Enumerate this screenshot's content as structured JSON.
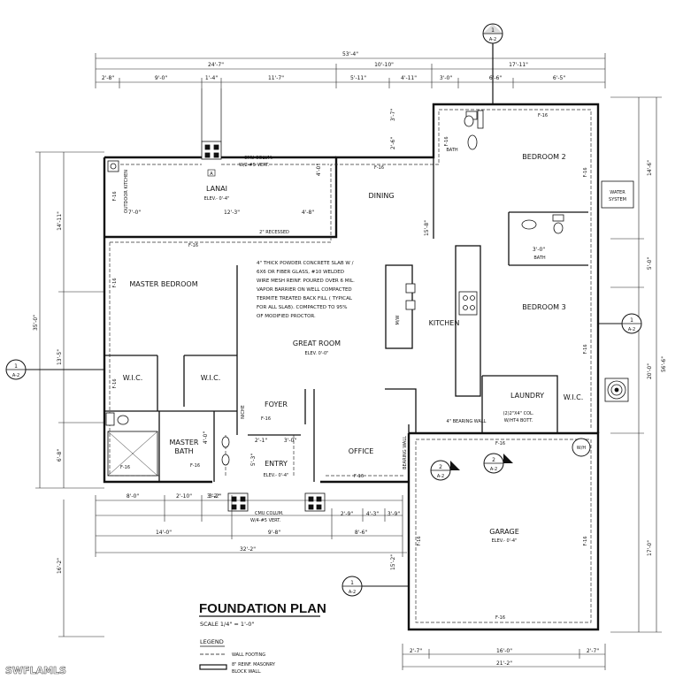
{
  "title": "FOUNDATION PLAN",
  "scale": "SCALE 1/4\" = 1'-0\"",
  "rooms": {
    "bedroom2": "BEDROOM 2",
    "bedroom3": "BEDROOM 3",
    "bath_top": "BATH",
    "bath_mid": "BATH",
    "water_system_1": "WATER",
    "water_system_2": "SYSTEM",
    "dining": "DINING",
    "lanai": "LANAI",
    "lanai_elev": "ELEV.- 0'-4\"",
    "master_bedroom": "MASTER BEDROOM",
    "great_room": "GREAT ROOM",
    "great_room_elev": "ELEV. 0'-0\"",
    "kitchen": "KITCHEN",
    "laundry": "LAUNDRY",
    "wic_right": "W.I.C.",
    "wic_left1": "W.I.C.",
    "wic_left2": "W.I.C.",
    "foyer": "FOYER",
    "niche": "NICHE",
    "master_bath_1": "MASTER",
    "master_bath_2": "BATH",
    "entry": "ENTRY",
    "entry_elev": "ELEV.- 0'-4\"",
    "office": "OFFICE",
    "garage": "GARAGE",
    "garage_elev": "ELEV.- 0'-4\"",
    "outdoor_kitchen": "OUTDOOR KITCHEN",
    "mw": "M/W",
    "wh": "W/H"
  },
  "notes": {
    "slab": [
      "4\" THICK POWDER CONCRETE SLAB W /",
      "6X6 OR FIBER GLASS, #10 WELDED",
      "WIRE MESH REINF.  POURED OVER 6 MIL.",
      "VAPOR BARRIER ON WELL COMPACTED",
      "TERMITE TREATED BACK FILL ( TYPICAL",
      "FOR ALL SLAB).  COMPACTED TO 95%",
      "OF MODIFIED PROCTOR."
    ],
    "cmu_top": [
      "CMU COLUM.",
      "W/2-#5 VERT."
    ],
    "cmu_bottom": [
      "CMU COLUM.",
      "W/4-#5 VERT."
    ],
    "recessed": "2\" RECESSED",
    "bearing_wall_h": "4\" BEARING WALL",
    "bearing_wall_v": "BEARING WALL",
    "col_1": "(2)2\"X4\" COL.",
    "col_2": "W/HT4 BOTT."
  },
  "dims_top": {
    "overall": "53'-4\"",
    "d1": "24'-7\"",
    "d2": "10'-10\"",
    "d3": "17'-11\"",
    "s1": "2'-8\"",
    "s2": "9'-0\"",
    "s3": "1'-4\"",
    "s4": "11'-7\"",
    "s5": "5'-11\"",
    "s6": "4'-11\"",
    "s7": "3'-0\"",
    "s8": "6'-6\"",
    "s9": "6'-5\""
  },
  "dims_bottom": {
    "b1": "8'-0\"",
    "b2": "2'-10\"",
    "b3": "3'-2\"",
    "b4": "2'-9\"",
    "b5": "4'-3\"",
    "b6": "3'-9\"",
    "b7": "14'-0\"",
    "b8": "9'-8\"",
    "b9": "8'-6\"",
    "b10": "32'-2\"",
    "g1": "2'-7\"",
    "g2": "16'-0\"",
    "g3": "2'-7\"",
    "g4": "21'-2\""
  },
  "dims_left": {
    "l_overall": "35'-0\"",
    "l1": "14'-11\"",
    "l2": "13'-5\"",
    "l3": "6'-8\"",
    "l4": "16'-2\""
  },
  "dims_right": {
    "r_overall": "56'-6\"",
    "r1": "14'-6\"",
    "r2": "5'-0\"",
    "r3": "20'-0\"",
    "r4": "17'-0\""
  },
  "dims_inner": {
    "lanai_w": "12'-3\"",
    "lanai_l": "7'-0\"",
    "lanai_r": "4'-8\"",
    "lanai_v": "4'-0\"",
    "dining_v": "15'-8\"",
    "bath_w": "3'-0\"",
    "bath_h": "3'-7\"",
    "bath_h2": "2'-6\"",
    "entry_1": "2'-1\"",
    "entry_2": "3'-0\"",
    "entry_3": "5'-3\"",
    "entry_4": "3'-2\"",
    "mb_v": "4'-0\"",
    "garage_v": "15'-2\""
  },
  "footing_label": "F-16",
  "section_marks": {
    "num1": "1",
    "num2": "2",
    "sheet": "A-2",
    "tag_a": "A"
  },
  "legend": {
    "title": "LEGEND",
    "footing": "WALL FOOTING",
    "masonry_1": "8\" REINF. MASONRY",
    "masonry_2": "BLOCK WALL."
  },
  "watermark": "SWFLAMLS"
}
